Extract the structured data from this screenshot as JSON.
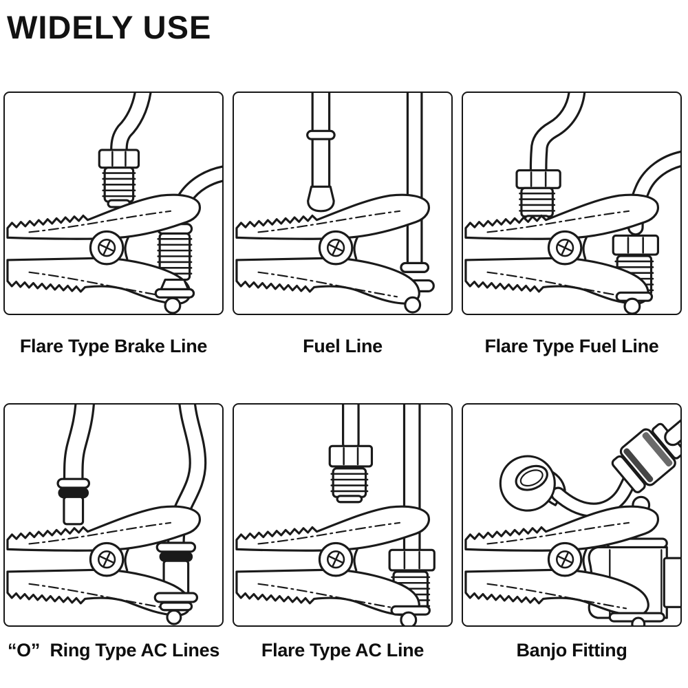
{
  "title": "WIDELY USE",
  "colors": {
    "ink": "#1a1a1a",
    "background": "#ffffff"
  },
  "panels": [
    {
      "caption": "Flare Type Brake Line",
      "type": "flare-brake-line"
    },
    {
      "caption": "Fuel Line",
      "type": "fuel-line"
    },
    {
      "caption": "Flare Type Fuel Line",
      "type": "flare-fuel-line"
    },
    {
      "caption": "“O”  Ring Type AC Lines",
      "type": "o-ring-ac-lines"
    },
    {
      "caption": "Flare Type AC Line",
      "type": "flare-ac-line"
    },
    {
      "caption": "Banjo Fitting",
      "type": "banjo-fitting"
    }
  ]
}
